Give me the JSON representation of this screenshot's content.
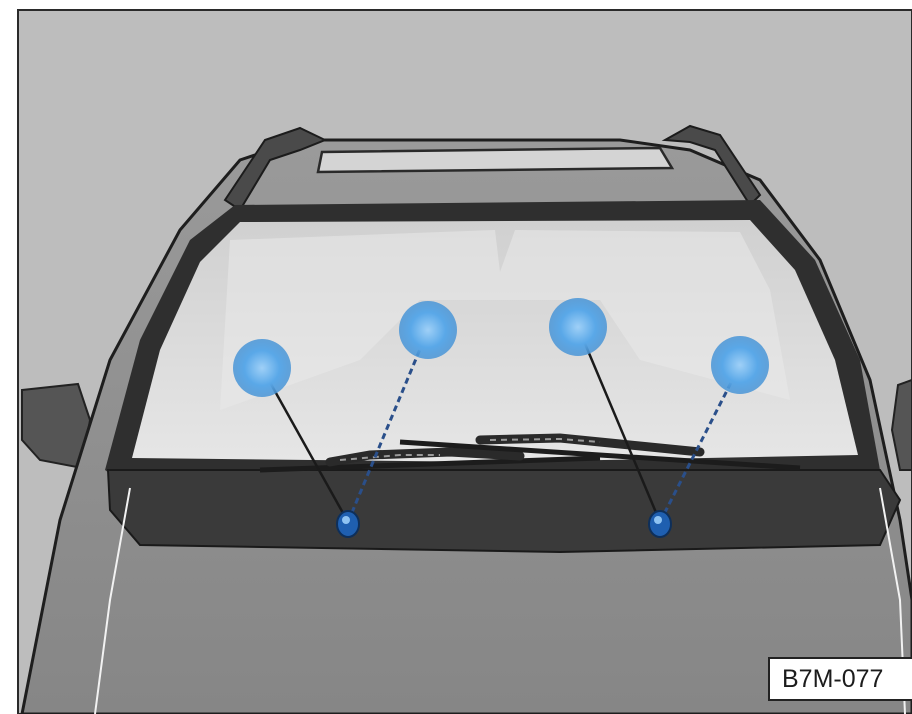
{
  "figure": {
    "reference_code": "B7M-077",
    "subject": "windscreen-washer-jets",
    "jet_count": 2,
    "spray_point_count": 4,
    "colors": {
      "background": "#bdbdbd",
      "car_body": "#8e8e8e",
      "windscreen": "#d9d9d9",
      "trim": "#3a3a3a",
      "spray_highlight": "#5aa8e8",
      "nozzle": "#1f5fb0"
    }
  }
}
